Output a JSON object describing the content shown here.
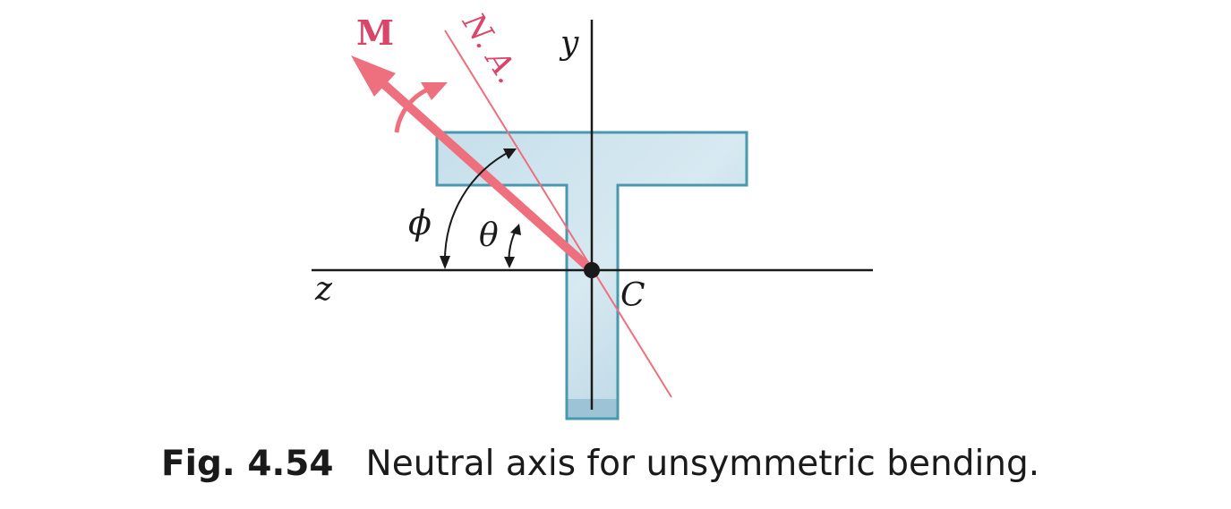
{
  "labels": {
    "moment": "M",
    "neutral_axis": "N. A.",
    "y_axis": "y",
    "z_axis": "z",
    "centroid": "C",
    "phi": "ϕ",
    "theta": "θ"
  },
  "caption": {
    "figure_number": "Fig. 4.54",
    "text": "Neutral axis for unsymmetric bending."
  },
  "colors": {
    "section_fill": "#bcd9e6",
    "section_stroke": "#4a97b0",
    "moment_red": "#ee6f7e",
    "label_red": "#d9466a",
    "axis_black": "#1a1a1a"
  }
}
